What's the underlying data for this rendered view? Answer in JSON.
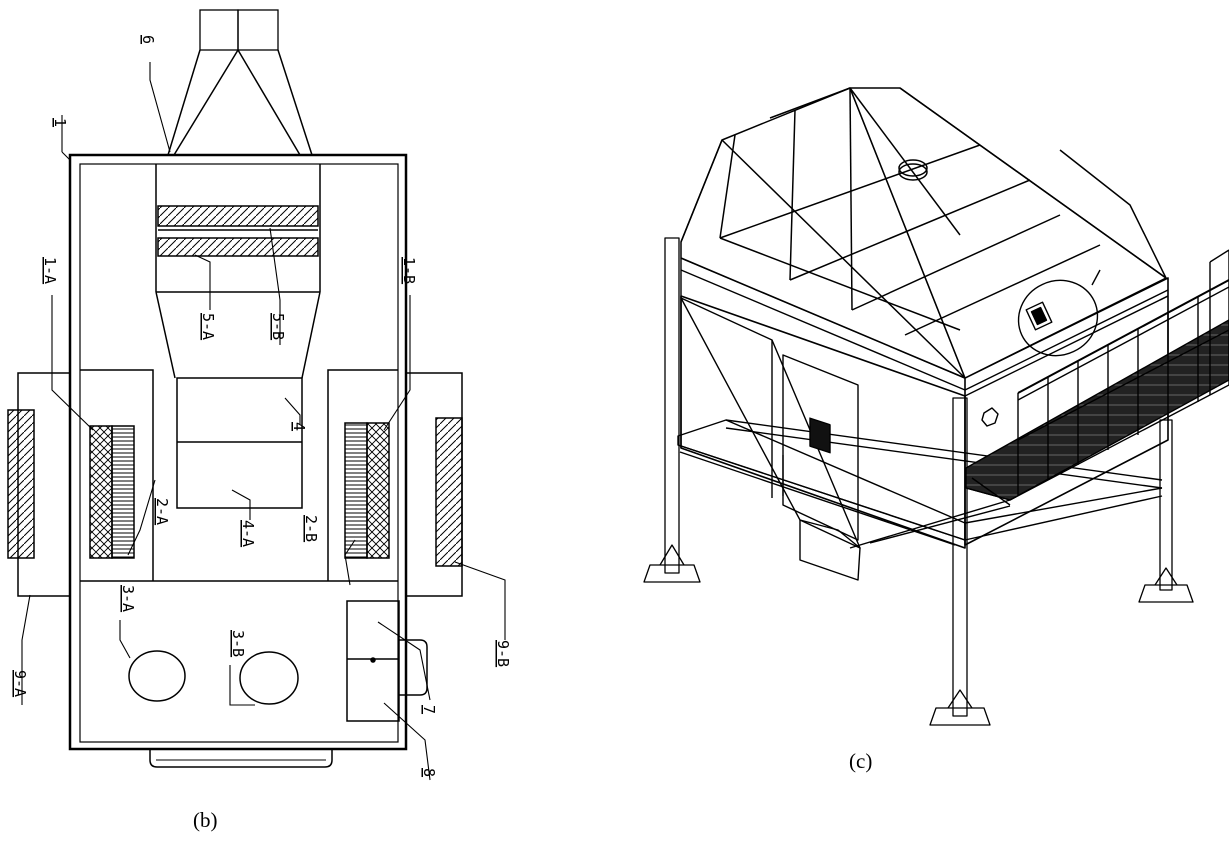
{
  "figure": {
    "caption_b": "(b)",
    "caption_c": "(c)"
  },
  "plan_labels": [
    {
      "id": "1",
      "text": "1"
    },
    {
      "id": "1-A",
      "text": "1-A"
    },
    {
      "id": "1-B",
      "text": "1-B"
    },
    {
      "id": "2-A",
      "text": "2-A"
    },
    {
      "id": "2-B",
      "text": "2-B"
    },
    {
      "id": "3-A",
      "text": "3-A"
    },
    {
      "id": "3-B",
      "text": "3-B"
    },
    {
      "id": "4",
      "text": "4"
    },
    {
      "id": "4-A",
      "text": "4-A"
    },
    {
      "id": "5-A",
      "text": "5-A"
    },
    {
      "id": "5-B",
      "text": "5-B"
    },
    {
      "id": "6",
      "text": "6"
    },
    {
      "id": "7",
      "text": "7"
    },
    {
      "id": "8",
      "text": "8"
    },
    {
      "id": "9-A",
      "text": "9-A"
    },
    {
      "id": "9-B",
      "text": "9-B"
    }
  ]
}
